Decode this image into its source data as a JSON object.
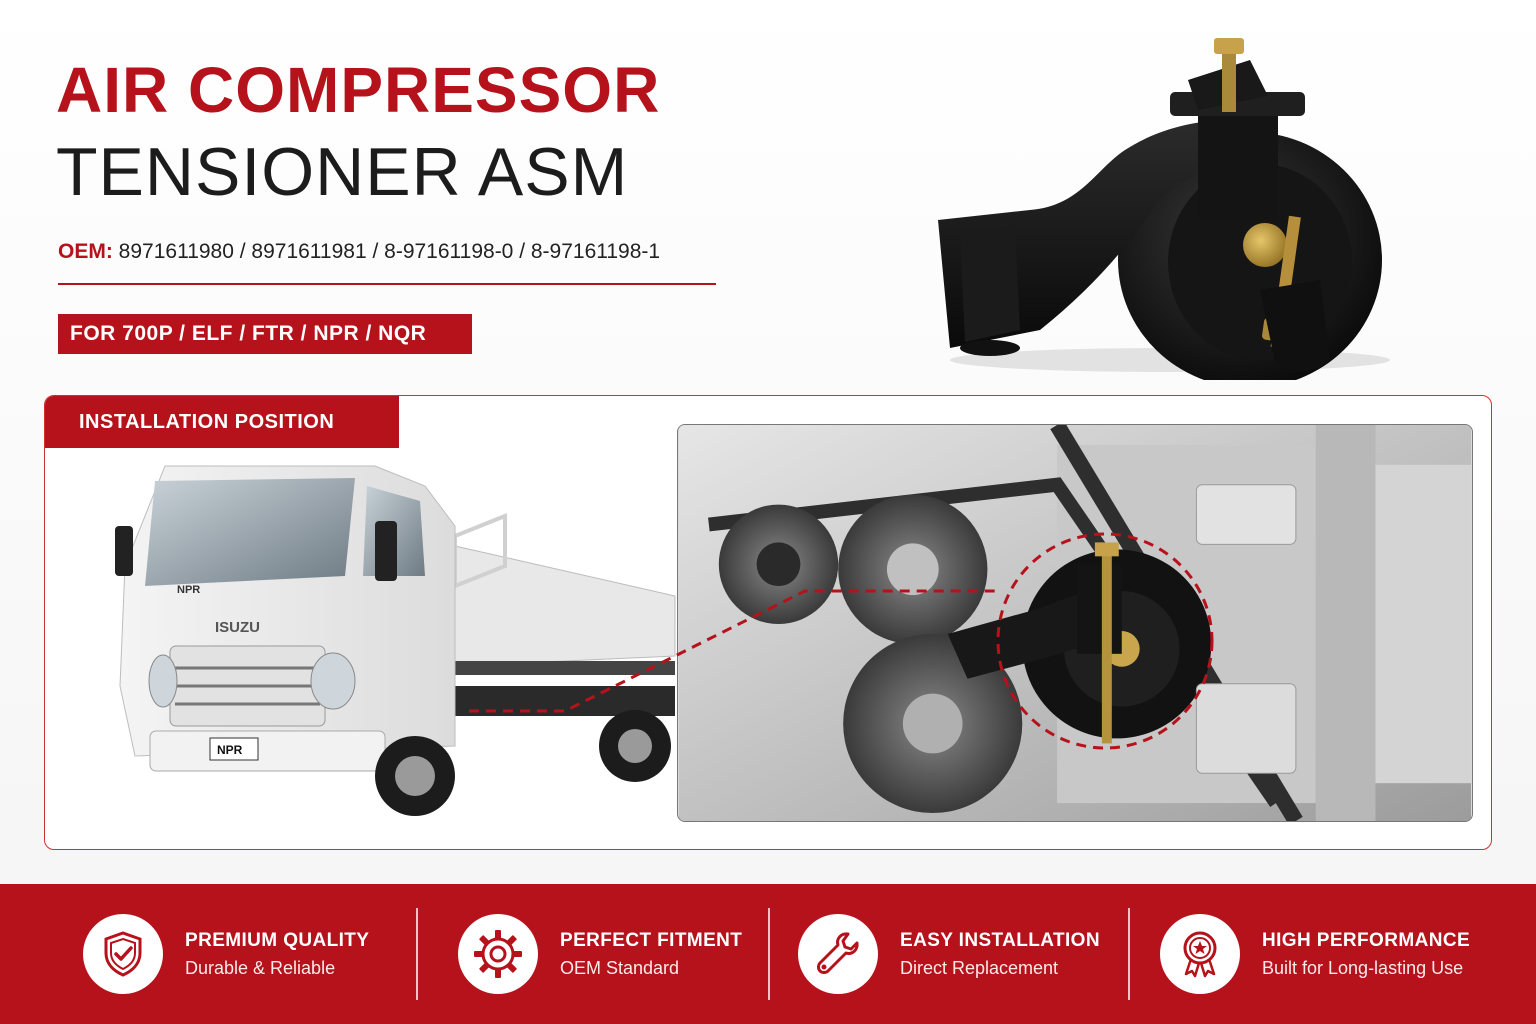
{
  "header": {
    "title_line1": "AIR COMPRESSOR",
    "title_line2": "TENSIONER ASM",
    "oem_label": "OEM:",
    "oem_values": "8971611980 / 8971611981 / 8-97161198-0 / 8-97161198-1",
    "fitment": "FOR 700P / ELF / FTR / NPR / NQR"
  },
  "installation": {
    "tab_label": "INSTALLATION POSITION",
    "truck_grille_badge": "NPR",
    "truck_brand": "ISUZU",
    "truck_plate": "NPR"
  },
  "features": [
    {
      "icon": "shield-check-icon",
      "title": "PREMIUM QUALITY",
      "subtitle": "Durable & Reliable"
    },
    {
      "icon": "gear-icon",
      "title": "PERFECT FITMENT",
      "subtitle": "OEM Standard"
    },
    {
      "icon": "wrench-icon",
      "title": "EASY INSTALLATION",
      "subtitle": "Direct Replacement"
    },
    {
      "icon": "medal-star-icon",
      "title": "HIGH PERFORMANCE",
      "subtitle": "Built for Long-lasting Use"
    }
  ],
  "colors": {
    "brand_red": "#b5121b",
    "text_dark": "#1c1c1c",
    "white": "#ffffff"
  }
}
